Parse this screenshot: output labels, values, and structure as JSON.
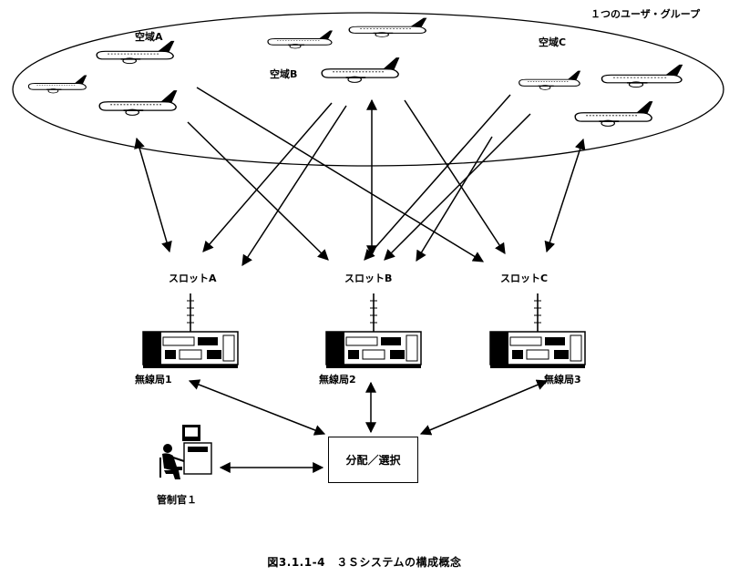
{
  "group_label": "１つのユーザ・グループ",
  "airspaces": [
    "空域A",
    "空域B",
    "空域C"
  ],
  "slots": [
    "スロットA",
    "スロットB",
    "スロットC"
  ],
  "stations": [
    "無線局1",
    "無線局2",
    "無線局3"
  ],
  "dispatch_label": "分配／選択",
  "controller_label": "管制官１",
  "caption": "図3.1.1-4　３Ｓシステムの構成概念",
  "icons": {
    "aircraft": "airplane-icon",
    "radio": "radio-station-icon",
    "controller": "controller-workstation-icon"
  }
}
